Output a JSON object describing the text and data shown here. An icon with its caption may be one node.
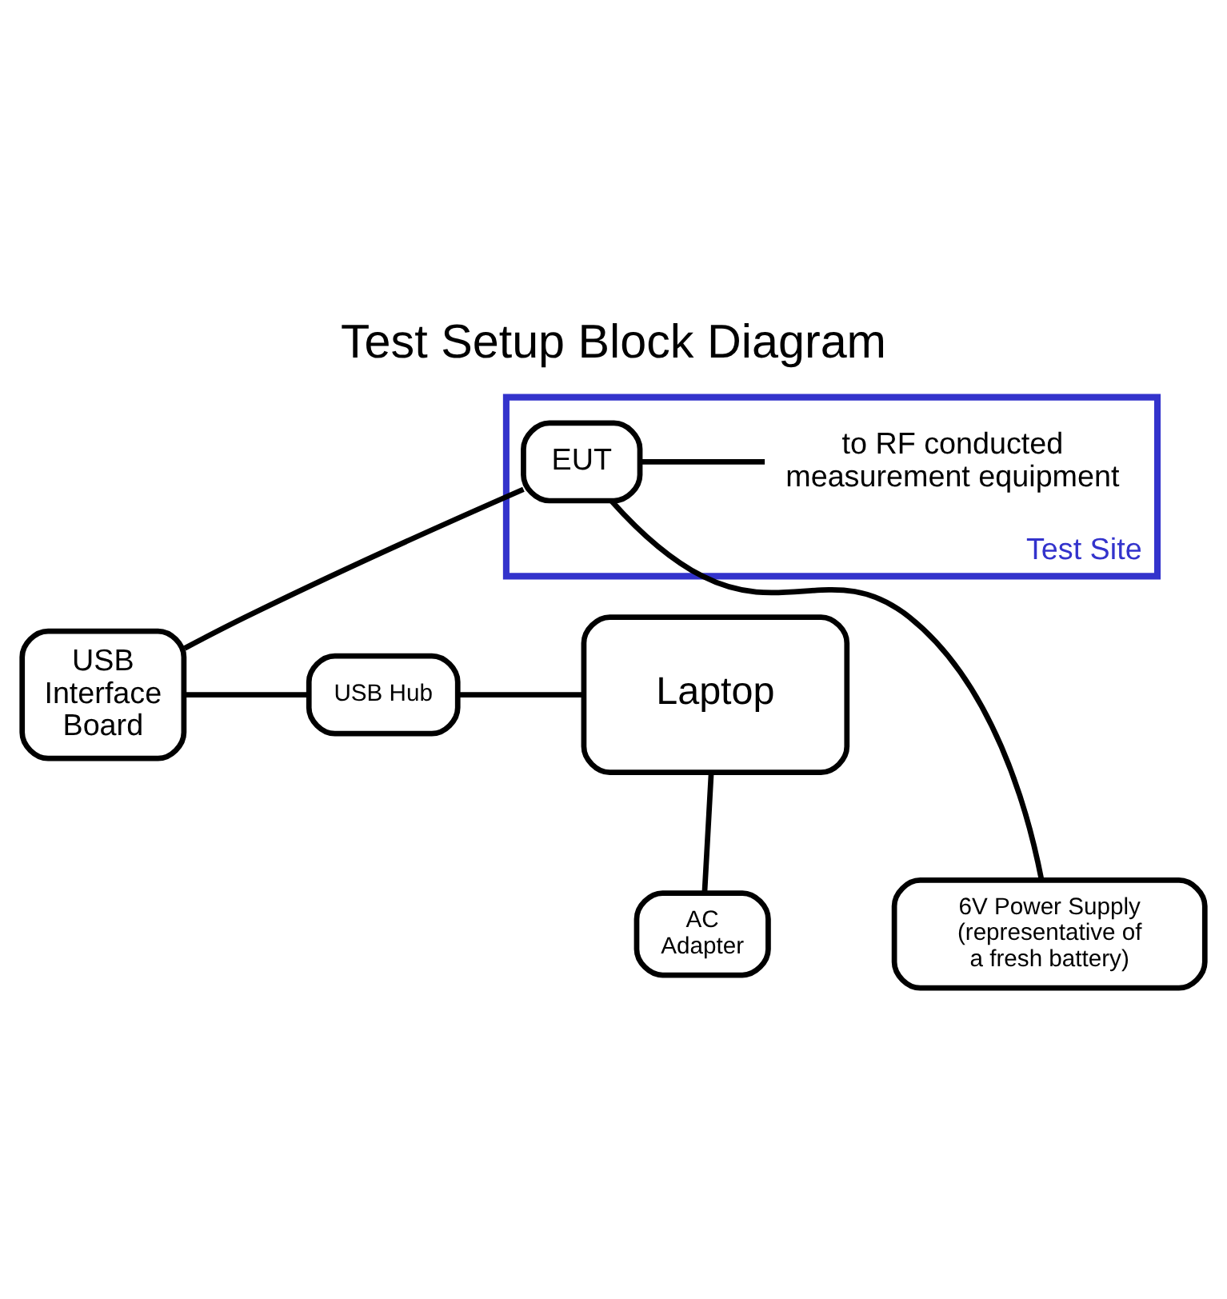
{
  "diagram": {
    "title": "Test Setup Block Diagram",
    "nodes": [
      {
        "text": [
          "Test Site"
        ]
      },
      {
        "text": [
          "EUT"
        ],
        "in": 0
      },
      {
        "text": [
          "to RF conducted measurement equipment"
        ],
        "in": 0
      },
      {
        "text": [
          "USB Interface Board"
        ]
      },
      {
        "text": [
          "USB Hub"
        ]
      },
      {
        "text": [
          "Laptop"
        ]
      },
      {
        "text": [
          "6V Power Supply (representative of a fresh battery)"
        ]
      },
      {
        "text": [
          "AC Adapter"
        ]
      }
    ],
    "edges": [
      {
        "from": 1,
        "to": 2,
        "arrow": "none"
      },
      {
        "from": 1,
        "to": 3,
        "arrow": "none"
      },
      {
        "from": 1,
        "to": 6,
        "arrow": "none"
      },
      {
        "from": 3,
        "to": 4,
        "arrow": "none"
      },
      {
        "from": 4,
        "to": 5,
        "arrow": "none"
      },
      {
        "from": 5,
        "to": 7,
        "arrow": "none"
      }
    ]
  }
}
